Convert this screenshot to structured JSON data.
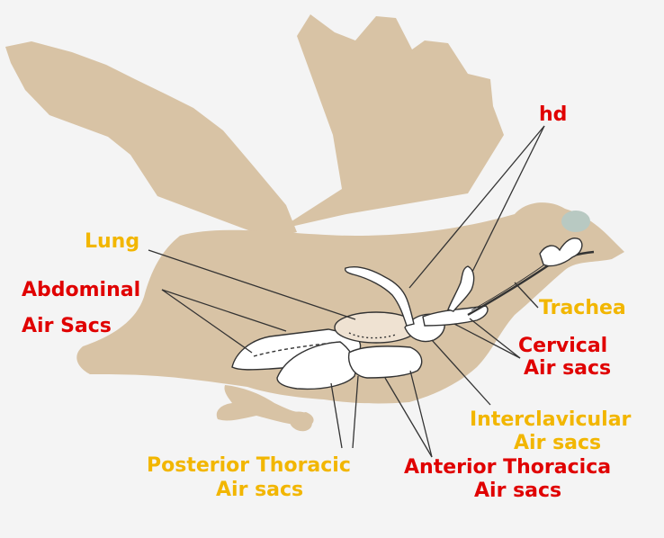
{
  "colors": {
    "background": "#f4f4f4",
    "bird_silhouette": "#d8c3a5",
    "head_patch": "#b8c9c2",
    "organ_fill": "#ffffff",
    "lung_fill": "#efe2d2",
    "outline": "#333333",
    "label_red": "#e00000",
    "label_yellow": "#f2b600"
  },
  "labels": {
    "hd": "hd",
    "lung": "Lung",
    "abdominal_line1": "Abdominal",
    "abdominal_line2": "Air Sacs",
    "trachea": "Trachea",
    "cervical_line1": "Cervical",
    "cervical_line2": "Air sacs",
    "interclavicular_line1": "Interclavicular",
    "interclavicular_line2": "Air sacs",
    "posterior_line1": "Posterior Thoracic",
    "posterior_line2": "Air sacs",
    "anterior_line1": "Anterior Thoracica",
    "anterior_line2": "Air sacs"
  }
}
